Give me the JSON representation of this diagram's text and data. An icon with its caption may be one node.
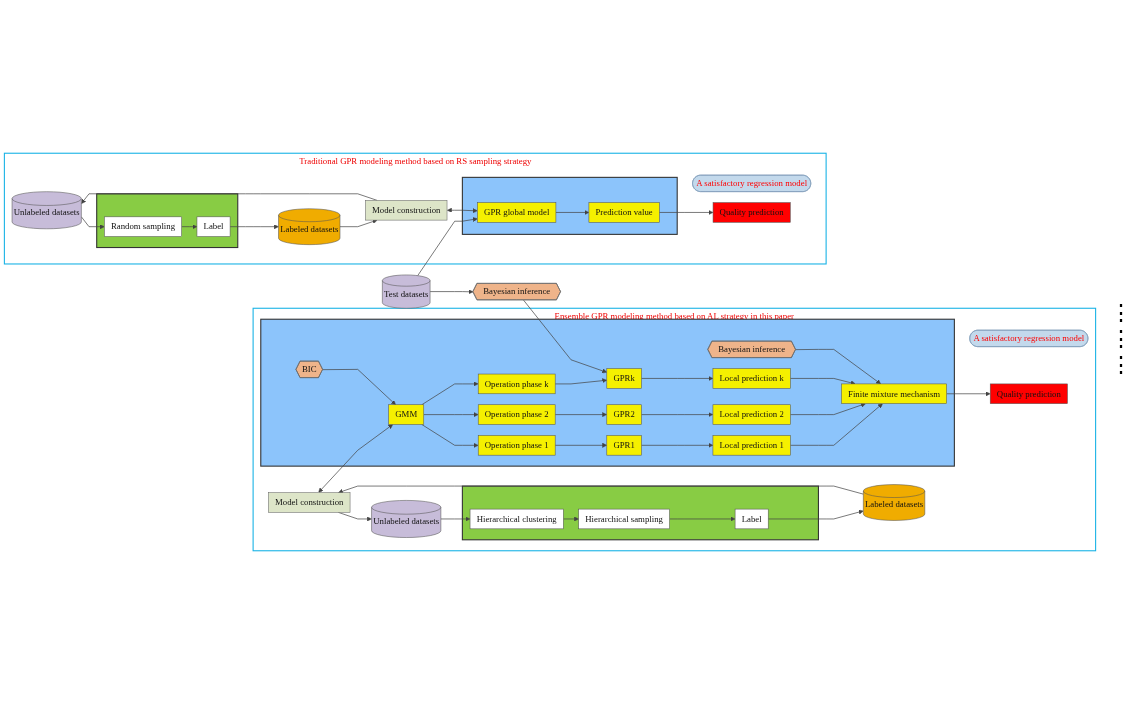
{
  "diagram": {
    "nodes": [
      {
        "text": [
          "Ensemble GPR modeling method based on AL strategy in this paper"
        ]
      },
      {
        "text": [
          "Model construction"
        ],
        "in": 0
      },
      {
        "text": [
          "A satisfactory regression model"
        ],
        "in": 0
      },
      {
        "text": [
          "Unlabeled datasets"
        ],
        "in": 0
      },
      {
        "text": [],
        "shape": "box",
        "in": 0
      },
      {
        "text": [
          "Hierarchical clustering"
        ],
        "in": 4
      },
      {
        "text": [
          "Hierarchical sampling"
        ],
        "in": 4
      },
      {
        "text": [
          "Label"
        ],
        "in": 4
      },
      {
        "text": [
          "Labeled datasets"
        ],
        "in": 0
      },
      {
        "text": [],
        "shape": "box",
        "in": 0
      },
      {
        "text": [
          "BIC"
        ],
        "in": 9
      },
      {
        "text": [
          "GMM"
        ],
        "in": 9
      },
      {
        "text": [
          "Operation phase 1"
        ],
        "in": 9
      },
      {
        "text": [
          "Operation phase 2"
        ],
        "in": 9
      },
      {
        "text": [
          "Operation phase k"
        ],
        "in": 9
      },
      {
        "text": [
          "GPR1"
        ],
        "in": 9
      },
      {
        "text": [
          "GPR2"
        ],
        "in": 9
      },
      {
        "text": [
          "GPRk"
        ],
        "in": 9
      },
      {
        "text": [
          "Local prediction 1"
        ],
        "in": 9
      },
      {
        "text": [
          "Local prediction 2"
        ],
        "in": 9
      },
      {
        "text": [
          "Local prediction k"
        ],
        "in": 9
      },
      {
        "text": [
          "Bayesian inference"
        ],
        "in": 9
      },
      {
        "text": [
          "Finite mixture mechanism"
        ],
        "in": 9
      },
      {
        "text": [
          "Quality prediction"
        ],
        "in": 0
      },
      {
        "text": [
          "Test datasets"
        ]
      },
      {
        "text": [
          "Bayesian inference"
        ]
      },
      {
        "text": [
          "Traditional GPR modeling method based on RS sampling strategy"
        ]
      },
      {
        "text": [
          "Unlabeled datasets"
        ],
        "in": 26
      },
      {
        "text": [],
        "shape": "box",
        "in": 26
      },
      {
        "text": [
          "Random sampling"
        ],
        "in": 28
      },
      {
        "text": [
          "Label"
        ],
        "in": 28
      },
      {
        "text": [
          "Labeled datasets"
        ],
        "in": 26
      },
      {
        "text": [
          "A satisfactory regression model"
        ],
        "in": 26
      },
      {
        "text": [
          "Model construction"
        ],
        "in": 26
      },
      {
        "text": [],
        "shape": "box",
        "in": 26
      },
      {
        "text": [
          "GPR global model"
        ],
        "in": 34
      },
      {
        "text": [
          "Prediction value"
        ],
        "in": 34
      },
      {
        "text": [
          "Quality prediction"
        ],
        "in": 26
      }
    ],
    "edges": [
      {
        "from": 1,
        "to": 3,
        "arrow": "to"
      },
      {
        "from": 3,
        "to": 5,
        "arrow": "to"
      },
      {
        "from": 5,
        "to": 6,
        "arrow": "to"
      },
      {
        "from": 6,
        "to": 7,
        "arrow": "to"
      },
      {
        "from": 7,
        "to": 8,
        "arrow": "to"
      },
      {
        "from": 8,
        "to": 1,
        "arrow": "to"
      },
      {
        "from": 1,
        "to": 11,
        "arrow": "both"
      },
      {
        "from": 10,
        "to": 11,
        "arrow": "to"
      },
      {
        "from": 11,
        "to": 12,
        "arrow": "to"
      },
      {
        "from": 11,
        "to": 13,
        "arrow": "to"
      },
      {
        "from": 11,
        "to": 14,
        "arrow": "to"
      },
      {
        "from": 12,
        "to": 15,
        "arrow": "to"
      },
      {
        "from": 13,
        "to": 16,
        "arrow": "to"
      },
      {
        "from": 14,
        "to": 17,
        "arrow": "to"
      },
      {
        "from": 15,
        "to": 18,
        "arrow": "to"
      },
      {
        "from": 16,
        "to": 19,
        "arrow": "to"
      },
      {
        "from": 17,
        "to": 20,
        "arrow": "to"
      },
      {
        "from": 18,
        "to": 22,
        "arrow": "to"
      },
      {
        "from": 19,
        "to": 22,
        "arrow": "to"
      },
      {
        "from": 20,
        "to": 22,
        "arrow": "to"
      },
      {
        "from": 21,
        "to": 22,
        "arrow": "to"
      },
      {
        "from": 22,
        "to": 23,
        "arrow": "to"
      },
      {
        "from": 24,
        "to": 25,
        "arrow": "to"
      },
      {
        "from": 25,
        "to": 17,
        "arrow": "to"
      },
      {
        "from": 24,
        "to": 35,
        "arrow": "to"
      },
      {
        "from": 27,
        "to": 29,
        "arrow": "to"
      },
      {
        "from": 29,
        "to": 30,
        "arrow": "to"
      },
      {
        "from": 30,
        "to": 31,
        "arrow": "to"
      },
      {
        "from": 31,
        "to": 33,
        "arrow": "to"
      },
      {
        "from": 33,
        "to": 27,
        "arrow": "to"
      },
      {
        "from": 33,
        "to": 35,
        "arrow": "both"
      },
      {
        "from": 35,
        "to": 36,
        "arrow": "to"
      },
      {
        "from": 36,
        "to": 37,
        "arrow": "to"
      }
    ],
    "labels": [
      "⋮",
      "⋮",
      "⋮"
    ]
  }
}
